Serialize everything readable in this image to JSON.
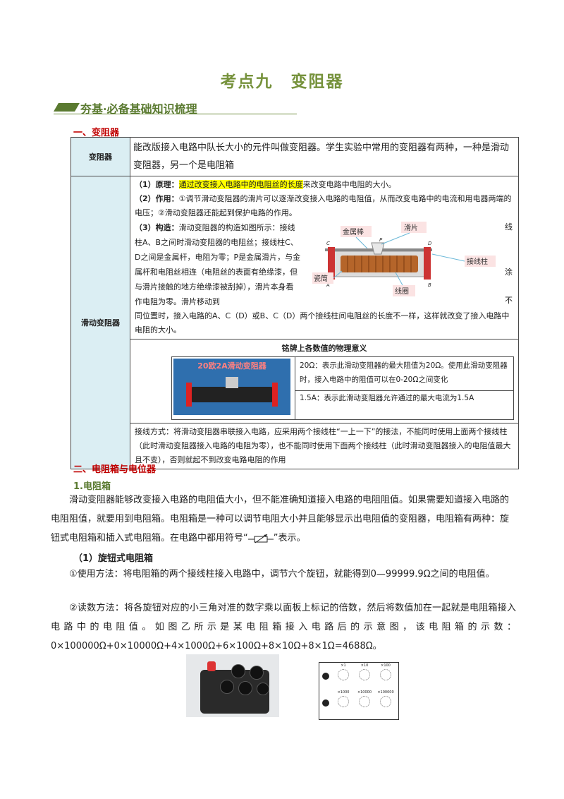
{
  "title": "考点九　变阻器",
  "banner": "夯基·必备基础知识梳理",
  "section1": "一、变阻器",
  "row1": {
    "head": "变阻器",
    "text": "能改版接入电路中队长大小的元件叫做变阻器。学生实验中常用的变阻器有两种，一种是滑动变阻器，另一个是电阻箱"
  },
  "row2": {
    "head": "滑动变阻器",
    "p1_label": "（1）原理：",
    "p1_hl": "通过改变接入电路中的电阻丝的长度",
    "p1_rest": "来改变电路中电阻的大小。",
    "p2_label": "（2）作用：",
    "p2_text": "①调节滑动变阻器的滑片可以逐渐改变接入电路的电阻值，从而改变电路中的电流和用电器两端的电压；②滑动变阻器还能起到保护电路的作用。",
    "p3_label": "（3）构造：",
    "p3_left": "滑动变阻器的构造如图所示：接线柱A、B之间时滑动变阻器的电阻丝；接线柱C、D之间是金属杆，电阻为零；P是金属滑片，与金属杆和电阻丝相连（电阻丝的表面有绝缘漆，但与滑片接触的地方绝缘漆被刮掉），滑片本身看作电阻为零。滑片移动到",
    "p3_w1": "线",
    "p3_w2": "涂",
    "p3_w3": "不",
    "p3_rest": "同位置时，接入电路的A、C（D）或B、C（D）两个接线柱间电阻丝的长度不一样，这样就改变了接入电路中电阻的大小。",
    "diagram": {
      "jin_label": "金属棒",
      "hua_label": "滑片",
      "jie_label": "接线柱",
      "ci_label": "瓷筒",
      "xian_label": "线圈",
      "a": "A",
      "b": "B",
      "c": "C",
      "d": "D",
      "p": "P"
    }
  },
  "row3": {
    "title": "铭牌上各数值的物理意义",
    "photo_label": "20欧2A滑动变阻器",
    "r1": "20Ω：表示此滑动变阻器的最大阻值为20Ω。使用此滑动变阻器时，接入电路中的阻值可以在0-20Ω之间变化",
    "r2": "1.5A：表示此滑动变阻器允许通过的最大电流为1.5A"
  },
  "row4": {
    "text": "接线方式：将滑动变阻器串联接入电路，应采用两个接线柱“一上一下”的接法，不能同时使用上面两个接线柱（此时滑动变阻器接入电路的电阻为零），也不能同时使用下面两个接线柱（此时滑动变阻器接入的电阻值最大且不变），否则就起不到改变电路电阻的作用"
  },
  "section2": "二、电阻箱与电位器",
  "sub1": "1.电阻箱",
  "para1": "滑动变阻器能够改变接入电路的电阻值大小，但不能准确知道接入电路的电阻阻值。如果需要知道接入电路的电阻阻值，就要用到电阻箱。电阻箱是一种可以调节电阻大小并且能够显示出电阻值的变阻器，电阻箱有两种：旋钮式电阻箱和插入式电阻箱。在电路中都用符号“",
  "para1_end": "”表示。",
  "sub2": "（1）旋钮式电阻箱",
  "para2": "①使用方法：将电阻箱的两个接线柱接入电路中，调节六个旋钮，就能得到0—99999.9Ω之间的电阻值。",
  "para3": "②读数方法：将各旋钮对应的小三角对准的数字乘以面板上标记的倍数，然后将数值加在一起就是电阻箱接入电路中的电阻值。如图乙所示是某电阻箱接入电路后的示意图，该电阻箱的示数：0×100000Ω+0×10000Ω+4×1000Ω+6×100Ω+8×10Ω+8×1Ω=4688Ω。",
  "dial_labels": [
    "×1",
    "×10",
    "×100",
    "×1000",
    "×10000",
    "×100000"
  ],
  "colors": {
    "title": "#76923c",
    "section": "#c00000",
    "head_bg": "#dbeef3",
    "highlight": "#ffff00"
  }
}
